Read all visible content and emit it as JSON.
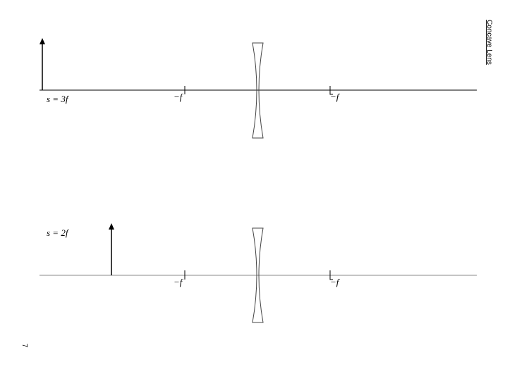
{
  "title": "Concave Lens",
  "page_number": "7",
  "diagrams": [
    {
      "object_label": "s = 3f",
      "focal_left_label": "−f",
      "focal_right_label": "−f"
    },
    {
      "object_label": "s = 2f",
      "focal_left_label": "−f",
      "focal_right_label": "−f"
    }
  ]
}
